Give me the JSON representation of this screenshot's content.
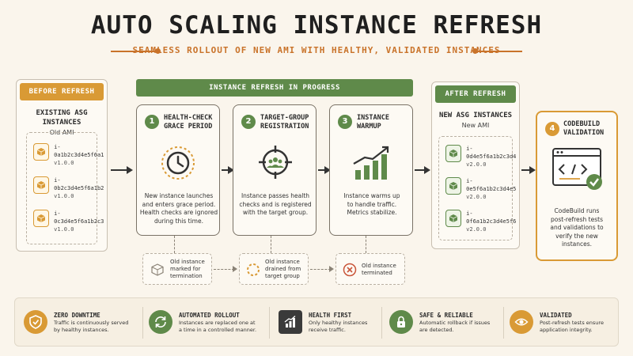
{
  "title": "AUTO SCALING INSTANCE REFRESH",
  "subtitle": "SEAMLESS ROLLOUT OF NEW AMI WITH HEALTHY, VALIDATED INSTANCES",
  "colors": {
    "orange": "#d99a35",
    "green": "#5f8a4a",
    "red": "#c9553a"
  },
  "before": {
    "header": "BEFORE REFRESH",
    "title": "EXISTING ASG INSTANCES",
    "subtitle": "Old AMI",
    "instances": [
      {
        "id": "i-0a1b2c3d4e5f6a1",
        "version": "v1.0.0"
      },
      {
        "id": "i-0b2c3d4e5f6a1b2",
        "version": "v1.0.0"
      },
      {
        "id": "i-0c3d4e5f6a1b2c3",
        "version": "v1.0.0"
      }
    ]
  },
  "progress": {
    "header": "INSTANCE REFRESH IN PROGRESS",
    "steps": [
      {
        "num": "1",
        "title_line1": "HEALTH-CHECK",
        "title_line2": "GRACE PERIOD",
        "icon": "clock-icon",
        "desc": [
          "New instance launches",
          "and enters grace period.",
          "Health checks are ignored",
          "during this time."
        ]
      },
      {
        "num": "2",
        "title_line1": "TARGET-GROUP",
        "title_line2": "REGISTRATION",
        "icon": "target-group-icon",
        "desc": [
          "Instance passes health",
          "checks and is registered",
          "with the target group."
        ]
      },
      {
        "num": "3",
        "title_line1": "INSTANCE",
        "title_line2": "WARMUP",
        "icon": "chart-icon",
        "desc": [
          "Instance warms up",
          "to handle traffic.",
          "Metrics stabilize."
        ]
      }
    ],
    "old": [
      {
        "text": [
          "Old instance",
          "marked for",
          "termination"
        ],
        "icon": "box-icon"
      },
      {
        "text": [
          "Old instance",
          "drained from",
          "target group"
        ],
        "icon": "dashed-circle-icon"
      },
      {
        "text": [
          "Old instance",
          "terminated"
        ],
        "icon": "x-circle-icon"
      }
    ]
  },
  "after": {
    "header": "AFTER REFRESH",
    "title": "NEW ASG INSTANCES",
    "subtitle": "New AMI",
    "instances": [
      {
        "id": "i-0d4e5f6a1b2c3d4",
        "version": "v2.0.0"
      },
      {
        "id": "i-0e5f6a1b2c3d4e5",
        "version": "v2.0.0"
      },
      {
        "id": "i-0f6a1b2c3d4e5f6",
        "version": "v2.0.0"
      }
    ]
  },
  "codebuild": {
    "num": "4",
    "title_line1": "CODEBUILD",
    "title_line2": "VALIDATION",
    "icon": "code-window-icon",
    "desc": [
      "CodeBuild runs",
      "post-refresh tests",
      "and validations to",
      "verify the new",
      "instances."
    ]
  },
  "footer": [
    {
      "title": "ZERO DOWNTIME",
      "desc": [
        "Traffic is continuously served",
        "by healthy instances."
      ],
      "icon": "shield-icon"
    },
    {
      "title": "AUTOMATED ROLLOUT",
      "desc": [
        "Instances are replaced one at",
        "a time in a controlled manner."
      ],
      "icon": "refresh-icon"
    },
    {
      "title": "HEALTH FIRST",
      "desc": [
        "Only healthy instances",
        "receive traffic."
      ],
      "icon": "bar-chart-icon"
    },
    {
      "title": "SAFE & RELIABLE",
      "desc": [
        "Automatic rollback if issues",
        "are detected."
      ],
      "icon": "lock-icon"
    },
    {
      "title": "VALIDATED",
      "desc": [
        "Post-refresh tests ensure",
        "application integrity."
      ],
      "icon": "eye-icon"
    }
  ]
}
